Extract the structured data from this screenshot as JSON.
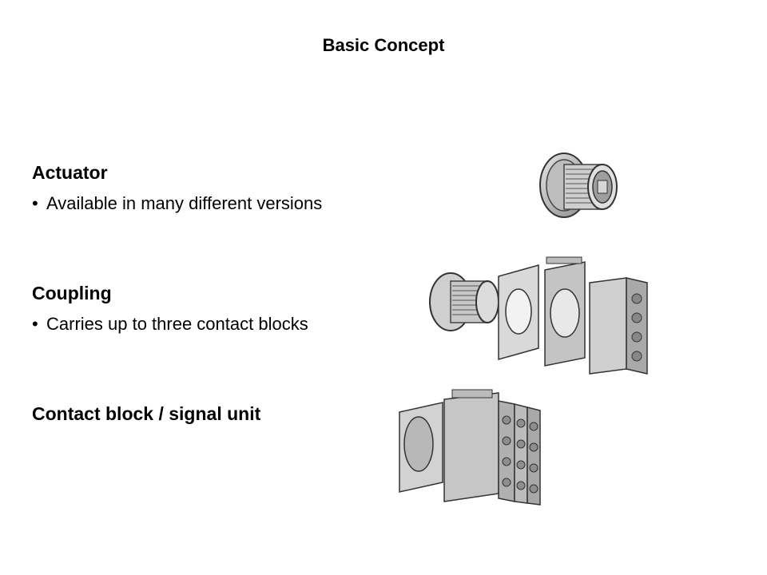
{
  "slide": {
    "title": "Basic Concept",
    "sections": [
      {
        "heading": "Actuator",
        "bullets": [
          "Available in many different versions"
        ]
      },
      {
        "heading": "Coupling",
        "bullets": [
          "Carries up to three contact blocks"
        ]
      },
      {
        "heading": "Contact block / signal unit",
        "bullets": []
      }
    ],
    "bullet_glyph": "•",
    "illustrations": [
      {
        "name": "actuator-image",
        "depicts": "pushbutton actuator"
      },
      {
        "name": "coupling-exploded-image",
        "depicts": "actuator, front plate, coupling and contact block exploded view"
      },
      {
        "name": "contact-block-assembly-image",
        "depicts": "assembled unit with contact blocks"
      }
    ]
  }
}
